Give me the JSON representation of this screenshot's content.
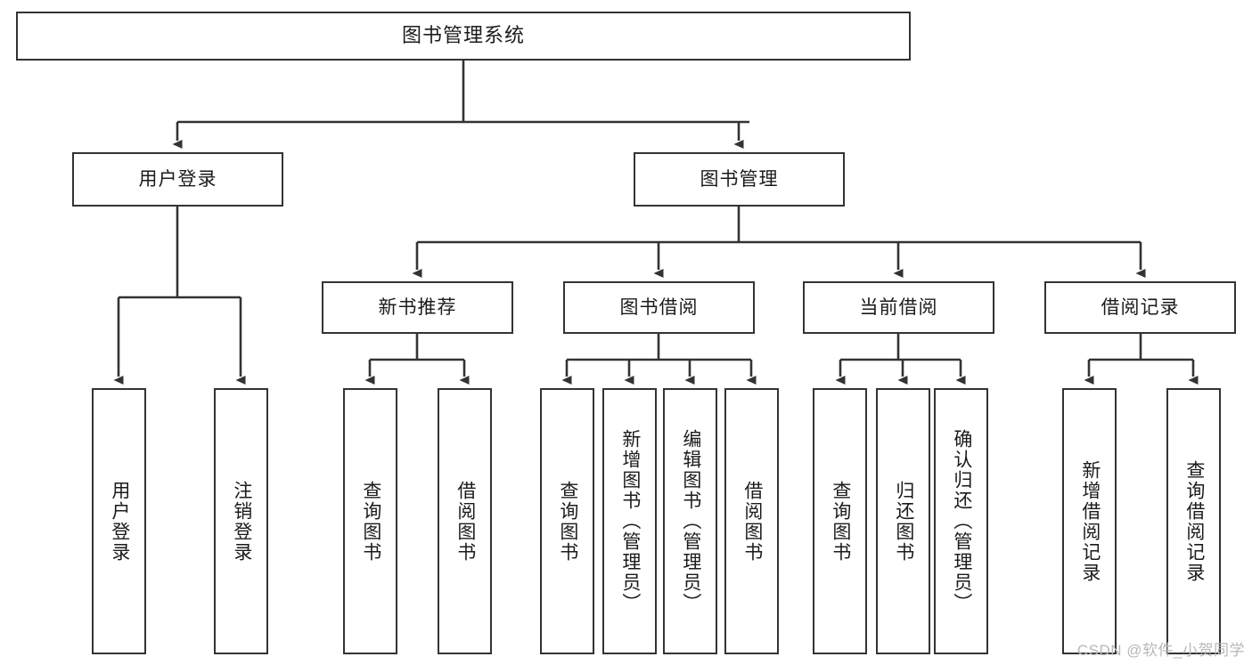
{
  "diagram": {
    "type": "tree-hierarchy",
    "title": "图书管理系统",
    "watermark": "CSDN @软件_小贺同学",
    "colors": {
      "box_border": "#333333",
      "box_fill": "#ffffff",
      "edge": "#333333",
      "text": "#1b1b1b",
      "watermark": "#b8b8b8",
      "background": "#ffffff"
    },
    "levels": {
      "root": {
        "label": "图书管理系统",
        "orientation": "horizontal"
      },
      "level2": [
        {
          "label": "用户登录",
          "orientation": "horizontal"
        },
        {
          "label": "图书管理",
          "orientation": "horizontal"
        }
      ],
      "level3": [
        {
          "label": "新书推荐",
          "orientation": "horizontal"
        },
        {
          "label": "图书借阅",
          "orientation": "horizontal"
        },
        {
          "label": "当前借阅",
          "orientation": "horizontal"
        },
        {
          "label": "借阅记录",
          "orientation": "horizontal"
        }
      ],
      "leaves": {
        "user_login": [
          {
            "label": "用户登录",
            "orientation": "vertical"
          },
          {
            "label": "注销登录",
            "orientation": "vertical"
          }
        ],
        "new_book_recommend": [
          {
            "label": "查询图书",
            "orientation": "vertical"
          },
          {
            "label": "借阅图书",
            "orientation": "vertical"
          }
        ],
        "book_borrow": [
          {
            "label": "查询图书",
            "orientation": "vertical"
          },
          {
            "label": "新增图书（管理员）",
            "orientation": "vertical"
          },
          {
            "label": "编辑图书（管理员）",
            "orientation": "vertical"
          },
          {
            "label": "借阅图书",
            "orientation": "vertical"
          }
        ],
        "current_borrow": [
          {
            "label": "查询图书",
            "orientation": "vertical"
          },
          {
            "label": "归还图书",
            "orientation": "vertical"
          },
          {
            "label": "确认归还（管理员）",
            "orientation": "vertical"
          }
        ],
        "borrow_record": [
          {
            "label": "新增借阅记录",
            "orientation": "vertical"
          },
          {
            "label": "查询借阅记录",
            "orientation": "vertical"
          }
        ]
      }
    }
  }
}
